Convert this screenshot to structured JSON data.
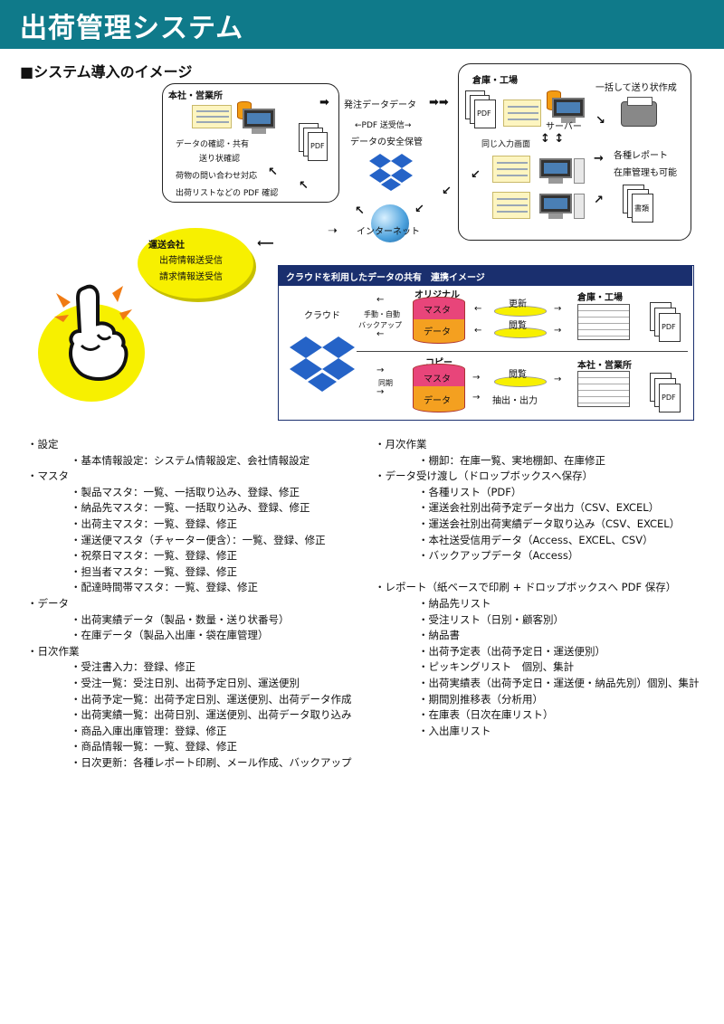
{
  "header": {
    "title": "出荷管理システム"
  },
  "section_title": "■システム導入のイメージ",
  "diagram": {
    "hq": {
      "title": "本社・営業所",
      "items": [
        "データの確認・共有",
        "送り状確認",
        "荷物の問い合わせ対応",
        "出荷リストなどの PDF 確認"
      ],
      "pdf": "PDF"
    },
    "center": {
      "order_data": "発注データ",
      "order_data2": "データ",
      "pdf_send": "←PDF 送受信→",
      "safe_storage": "データの安全保管",
      "internet": "インターネット"
    },
    "warehouse": {
      "title": "倉庫・工場",
      "pdf": "PDF",
      "server": "サーバー",
      "same_screen": "同じ入力画面",
      "batch": "一括して送り状作成",
      "reports": "各種レポート",
      "inventory": "在庫管理も可能",
      "docs": "書類"
    },
    "transport": {
      "title": "運送会社",
      "items": [
        "出荷情報送受信",
        "請求情報送受信"
      ]
    }
  },
  "cloud_panel": {
    "header": "クラウドを利用したデータの共有　連携イメージ",
    "cloud": "クラウド",
    "manual_auto": "手動・自動",
    "backup": "バックアップ",
    "original": "オリジナル",
    "master": "マスタ",
    "data": "データ",
    "update": "更新",
    "view": "閲覧",
    "warehouse": "倉庫・工場",
    "copy": "コピー",
    "sync": "同期",
    "master2": "マスタ",
    "data2": "データ",
    "view2": "閲覧",
    "extract": "抽出・出力",
    "hq": "本社・営業所",
    "pdf": "PDF",
    "pdf2": "PDF"
  },
  "list_left": [
    {
      "level": 1,
      "text": "・設定"
    },
    {
      "level": 2,
      "text": "・基本情報設定：システム情報設定、会社情報設定"
    },
    {
      "level": 1,
      "text": "・マスタ"
    },
    {
      "level": 2,
      "text": "・製品マスタ：一覧、一括取り込み、登録、修正"
    },
    {
      "level": 2,
      "text": "・納品先マスタ：一覧、一括取り込み、登録、修正"
    },
    {
      "level": 2,
      "text": "・出荷主マスタ：一覧、登録、修正"
    },
    {
      "level": 2,
      "text": "・運送便マスタ（チャーター便含）：一覧、登録、修正"
    },
    {
      "level": 2,
      "text": "・祝祭日マスタ：一覧、登録、修正"
    },
    {
      "level": 2,
      "text": "・担当者マスタ：一覧、登録、修正"
    },
    {
      "level": 2,
      "text": "・配達時間帯マスタ：一覧、登録、修正"
    },
    {
      "level": 1,
      "text": "・データ"
    },
    {
      "level": 2,
      "text": "・出荷実績データ（製品・数量・送り状番号）"
    },
    {
      "level": 2,
      "text": "・在庫データ（製品入出庫・袋在庫管理）"
    },
    {
      "level": 1,
      "text": "・日次作業"
    },
    {
      "level": 2,
      "text": "・受注書入力：登録、修正"
    },
    {
      "level": 2,
      "text": "・受注一覧：受注日別、出荷予定日別、運送便別"
    },
    {
      "level": 2,
      "text": "・出荷予定一覧：出荷予定日別、運送便別、出荷データ作成"
    },
    {
      "level": 2,
      "text": "・出荷実績一覧：出荷日別、運送便別、出荷データ取り込み"
    },
    {
      "level": 2,
      "text": "・商品入庫出庫管理：登録、修正"
    },
    {
      "level": 2,
      "text": "・商品情報一覧：一覧、登録、修正"
    },
    {
      "level": 2,
      "text": "・日次更新：各種レポート印刷、メール作成、バックアップ"
    }
  ],
  "list_right": [
    {
      "level": 1,
      "text": "・月次作業"
    },
    {
      "level": 2,
      "text": "・棚卸：在庫一覧、実地棚卸、在庫修正"
    },
    {
      "level": 1,
      "text": "・データ受け渡し（ドロップボックスへ保存）"
    },
    {
      "level": 2,
      "text": "・各種リスト（PDF）"
    },
    {
      "level": 2,
      "text": "・運送会社別出荷予定データ出力（CSV、EXCEL）"
    },
    {
      "level": 2,
      "text": "・運送会社別出荷実績データ取り込み（CSV、EXCEL）"
    },
    {
      "level": 2,
      "text": "・本社送受信用データ（Access、EXCEL、CSV）"
    },
    {
      "level": 2,
      "text": "・バックアップデータ（Access）"
    },
    {
      "level": 0,
      "text": ""
    },
    {
      "level": 1,
      "text": "・レポート（紙ベースで印刷 + ドロップボックスへ PDF 保存）"
    },
    {
      "level": 2,
      "text": "・納品先リスト"
    },
    {
      "level": 2,
      "text": "・受注リスト（日別・顧客別）"
    },
    {
      "level": 2,
      "text": "・納品書"
    },
    {
      "level": 2,
      "text": "・出荷予定表（出荷予定日・運送便別）"
    },
    {
      "level": 2,
      "text": "・ピッキングリスト　個別、集計"
    },
    {
      "level": 2,
      "text": "・出荷実績表（出荷予定日・運送便・納品先別）個別、集計"
    },
    {
      "level": 2,
      "text": "・期間別推移表（分析用）"
    },
    {
      "level": 2,
      "text": "・在庫表（日次在庫リスト）"
    },
    {
      "level": 2,
      "text": "・入出庫リスト"
    }
  ]
}
